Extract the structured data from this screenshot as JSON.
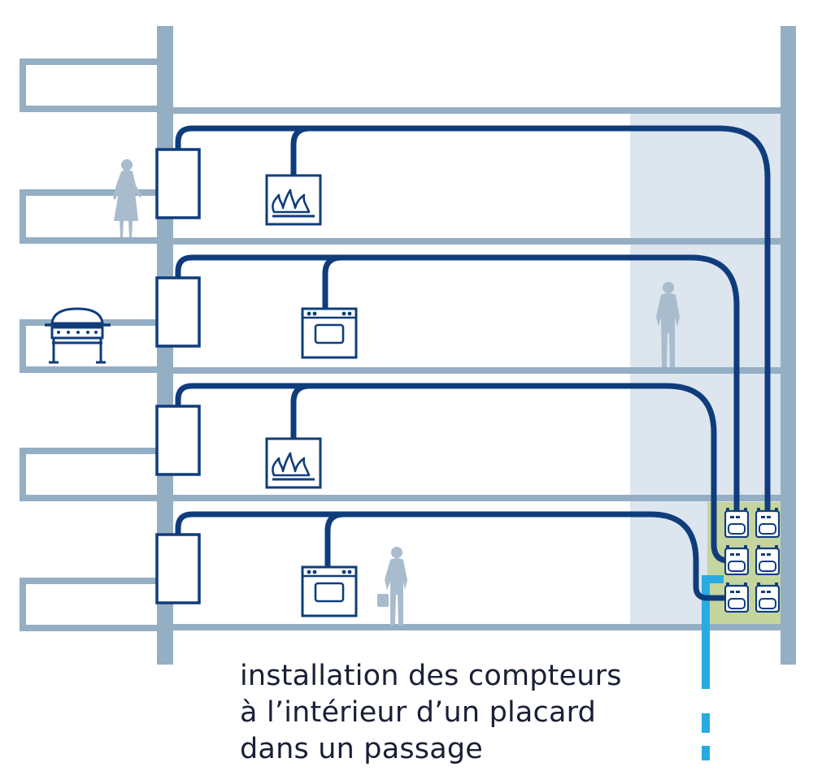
{
  "caption": {
    "lines": [
      "installation des compteurs",
      "à l’intérieur d’un placard",
      "dans un passage"
    ]
  },
  "colors": {
    "structure": "#94aec4",
    "pipe": "#0f3d7c",
    "passage_shade": "#dde5ee",
    "meter_cabinet": "#c5d59d",
    "service_line": "#29abe2",
    "person": "#a9bccd",
    "caption_text": "#1a1f36"
  },
  "icons": {
    "appliances": [
      "fireplace-icon",
      "range-icon",
      "bbq-grill-icon"
    ],
    "people": [
      "woman-icon",
      "man-icon",
      "businessman-icon"
    ],
    "meters": "gas-meter-icon"
  }
}
